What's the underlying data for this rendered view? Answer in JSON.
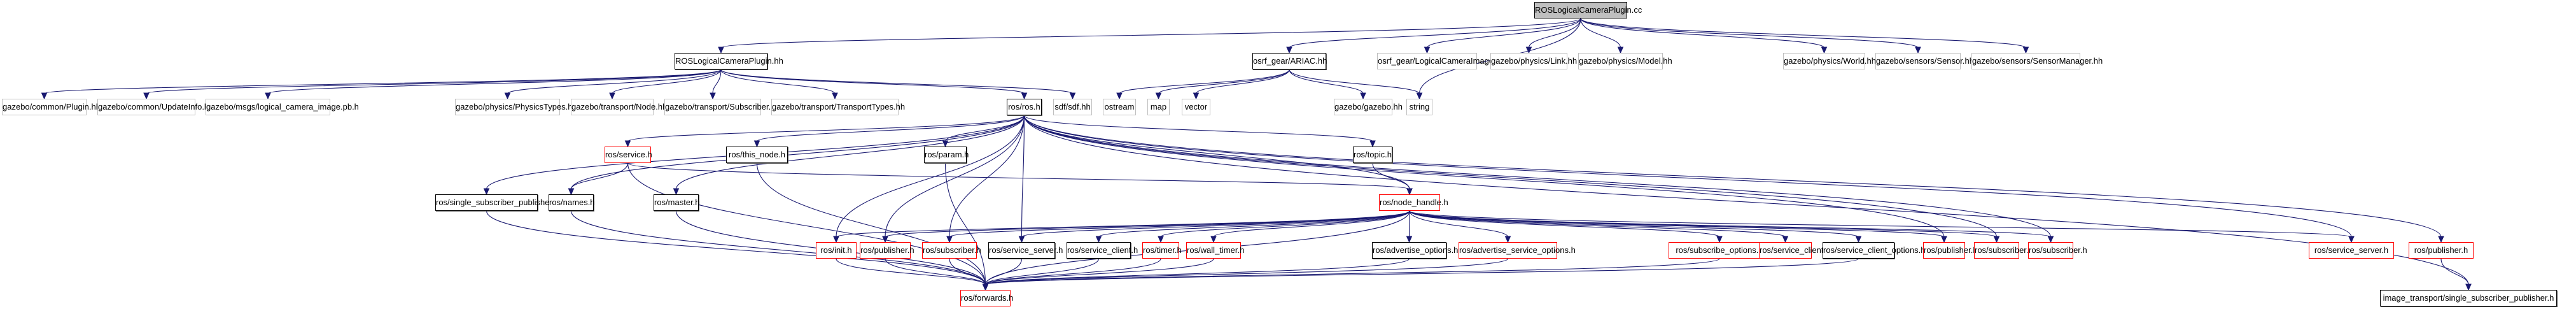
{
  "diagram": {
    "title": "ROSLogicalCameraPlugin.cc include dependency graph",
    "edge_color": "#191970",
    "legend_colors": {
      "root_fill": "#bfbfbf",
      "documented_border": "#000000",
      "external_border": "#bfbfbf",
      "truncated_border": "#ff0000"
    },
    "nodes": [
      {
        "id": "cc",
        "label": "ROSLogicalCameraPlugin.cc",
        "kind": "root"
      },
      {
        "id": "hh",
        "label": "ROSLogicalCameraPlugin.hh",
        "kind": "black"
      },
      {
        "id": "ariac",
        "label": "osrf_gear/ARIAC.hh",
        "kind": "black"
      },
      {
        "id": "lci",
        "label": "osrf_gear/LogicalCameraImage.h",
        "kind": "gray"
      },
      {
        "id": "link",
        "label": "gazebo/physics/Link.hh",
        "kind": "gray"
      },
      {
        "id": "model",
        "label": "gazebo/physics/Model.hh",
        "kind": "gray"
      },
      {
        "id": "world",
        "label": "gazebo/physics/World.hh",
        "kind": "gray"
      },
      {
        "id": "sensor",
        "label": "gazebo/sensors/Sensor.hh",
        "kind": "gray"
      },
      {
        "id": "sensormgr",
        "label": "gazebo/sensors/SensorManager.hh",
        "kind": "gray"
      },
      {
        "id": "plugin",
        "label": "gazebo/common/Plugin.hh",
        "kind": "gray"
      },
      {
        "id": "updateinfo",
        "label": "gazebo/common/UpdateInfo.hh",
        "kind": "gray"
      },
      {
        "id": "lcimg",
        "label": "gazebo/msgs/logical_camera_image.pb.h",
        "kind": "gray"
      },
      {
        "id": "phystypes",
        "label": "gazebo/physics/PhysicsTypes.hh",
        "kind": "gray"
      },
      {
        "id": "tnode",
        "label": "gazebo/transport/Node.hh",
        "kind": "gray"
      },
      {
        "id": "tsub",
        "label": "gazebo/transport/Subscriber.hh",
        "kind": "gray"
      },
      {
        "id": "ttypes",
        "label": "gazebo/transport/TransportTypes.hh",
        "kind": "gray"
      },
      {
        "id": "rosh",
        "label": "ros/ros.h",
        "kind": "black"
      },
      {
        "id": "sdf",
        "label": "sdf/sdf.hh",
        "kind": "gray"
      },
      {
        "id": "ostream",
        "label": "ostream",
        "kind": "gray"
      },
      {
        "id": "map",
        "label": "map",
        "kind": "gray"
      },
      {
        "id": "vector",
        "label": "vector",
        "kind": "gray"
      },
      {
        "id": "gazebo",
        "label": "gazebo/gazebo.hh",
        "kind": "gray"
      },
      {
        "id": "string",
        "label": "string",
        "kind": "gray"
      },
      {
        "id": "service",
        "label": "ros/service.h",
        "kind": "red"
      },
      {
        "id": "thisnode",
        "label": "ros/this_node.h",
        "kind": "black"
      },
      {
        "id": "param",
        "label": "ros/param.h",
        "kind": "black"
      },
      {
        "id": "topic",
        "label": "ros/topic.h",
        "kind": "black"
      },
      {
        "id": "ssp",
        "label": "ros/single_subscriber_publisher.h",
        "kind": "black"
      },
      {
        "id": "names",
        "label": "ros/names.h",
        "kind": "black"
      },
      {
        "id": "master",
        "label": "ros/master.h",
        "kind": "black"
      },
      {
        "id": "nodehandle",
        "label": "ros/node_handle.h",
        "kind": "red"
      },
      {
        "id": "init",
        "label": "ros/init.h",
        "kind": "red"
      },
      {
        "id": "pub1",
        "label": "ros/publisher.h",
        "kind": "red"
      },
      {
        "id": "sub1",
        "label": "ros/subscriber.h",
        "kind": "red"
      },
      {
        "id": "srvsrv1",
        "label": "ros/service_server.h",
        "kind": "black"
      },
      {
        "id": "srvcli1",
        "label": "ros/service_client.h",
        "kind": "black"
      },
      {
        "id": "timer",
        "label": "ros/timer.h",
        "kind": "red"
      },
      {
        "id": "walltimer",
        "label": "ros/wall_timer.h",
        "kind": "red"
      },
      {
        "id": "advopt",
        "label": "ros/advertise_options.h",
        "kind": "black"
      },
      {
        "id": "advsrvopt",
        "label": "ros/advertise_service_options.h",
        "kind": "red"
      },
      {
        "id": "subopt",
        "label": "ros/subscribe_options.h",
        "kind": "red"
      },
      {
        "id": "srvcli2",
        "label": "ros/service_client.h",
        "kind": "red"
      },
      {
        "id": "srvcliopt",
        "label": "ros/service_client_options.h",
        "kind": "black"
      },
      {
        "id": "pub2",
        "label": "ros/publisher.h",
        "kind": "red"
      },
      {
        "id": "sub2",
        "label": "ros/subscriber.h",
        "kind": "red"
      },
      {
        "id": "sub3",
        "label": "ros/subscriber.h",
        "kind": "red"
      },
      {
        "id": "srvsrv2",
        "label": "ros/service_server.h",
        "kind": "red"
      },
      {
        "id": "pub3",
        "label": "ros/publisher.h",
        "kind": "red"
      },
      {
        "id": "forwards",
        "label": "ros/forwards.h",
        "kind": "red"
      },
      {
        "id": "itssp",
        "label": "image_transport/single_subscriber_publisher.h",
        "kind": "black"
      }
    ],
    "edges": [
      [
        "cc",
        "hh"
      ],
      [
        "cc",
        "ariac"
      ],
      [
        "cc",
        "lci"
      ],
      [
        "cc",
        "link"
      ],
      [
        "cc",
        "model"
      ],
      [
        "cc",
        "world"
      ],
      [
        "cc",
        "sensor"
      ],
      [
        "cc",
        "sensormgr"
      ],
      [
        "cc",
        "string"
      ],
      [
        "hh",
        "plugin"
      ],
      [
        "hh",
        "updateinfo"
      ],
      [
        "hh",
        "lcimg"
      ],
      [
        "hh",
        "phystypes"
      ],
      [
        "hh",
        "tnode"
      ],
      [
        "hh",
        "tsub"
      ],
      [
        "hh",
        "ttypes"
      ],
      [
        "hh",
        "rosh"
      ],
      [
        "hh",
        "sdf"
      ],
      [
        "ariac",
        "ostream"
      ],
      [
        "ariac",
        "map"
      ],
      [
        "ariac",
        "vector"
      ],
      [
        "ariac",
        "gazebo"
      ],
      [
        "ariac",
        "string"
      ],
      [
        "rosh",
        "service"
      ],
      [
        "rosh",
        "thisnode"
      ],
      [
        "rosh",
        "param"
      ],
      [
        "rosh",
        "topic"
      ],
      [
        "rosh",
        "ssp"
      ],
      [
        "rosh",
        "names"
      ],
      [
        "rosh",
        "master"
      ],
      [
        "rosh",
        "nodehandle"
      ],
      [
        "rosh",
        "init"
      ],
      [
        "rosh",
        "pub1"
      ],
      [
        "rosh",
        "sub1"
      ],
      [
        "rosh",
        "srvsrv1"
      ],
      [
        "rosh",
        "pub2"
      ],
      [
        "rosh",
        "sub2"
      ],
      [
        "rosh",
        "sub3"
      ],
      [
        "rosh",
        "srvsrv2"
      ],
      [
        "rosh",
        "pub3"
      ],
      [
        "rosh",
        "itssp"
      ],
      [
        "service",
        "names"
      ],
      [
        "service",
        "nodehandle"
      ],
      [
        "service",
        "forwards"
      ],
      [
        "topic",
        "nodehandle"
      ],
      [
        "nodehandle",
        "init"
      ],
      [
        "nodehandle",
        "pub1"
      ],
      [
        "nodehandle",
        "sub1"
      ],
      [
        "nodehandle",
        "srvsrv1"
      ],
      [
        "nodehandle",
        "srvcli1"
      ],
      [
        "nodehandle",
        "timer"
      ],
      [
        "nodehandle",
        "walltimer"
      ],
      [
        "nodehandle",
        "advopt"
      ],
      [
        "nodehandle",
        "advsrvopt"
      ],
      [
        "nodehandle",
        "subopt"
      ],
      [
        "nodehandle",
        "srvcli2"
      ],
      [
        "nodehandle",
        "srvcliopt"
      ],
      [
        "nodehandle",
        "pub2"
      ],
      [
        "nodehandle",
        "sub2"
      ],
      [
        "nodehandle",
        "sub3"
      ],
      [
        "nodehandle",
        "srvsrv2"
      ],
      [
        "nodehandle",
        "forwards"
      ],
      [
        "ssp",
        "forwards"
      ],
      [
        "names",
        "forwards"
      ],
      [
        "master",
        "forwards"
      ],
      [
        "thisnode",
        "forwards"
      ],
      [
        "param",
        "forwards"
      ],
      [
        "init",
        "forwards"
      ],
      [
        "pub1",
        "forwards"
      ],
      [
        "sub1",
        "forwards"
      ],
      [
        "srvsrv1",
        "forwards"
      ],
      [
        "srvcli1",
        "forwards"
      ],
      [
        "timer",
        "forwards"
      ],
      [
        "walltimer",
        "forwards"
      ],
      [
        "advopt",
        "forwards"
      ],
      [
        "advsrvopt",
        "forwards"
      ],
      [
        "subopt",
        "forwards"
      ],
      [
        "srvcliopt",
        "forwards"
      ],
      [
        "pub3",
        "itssp"
      ]
    ]
  }
}
